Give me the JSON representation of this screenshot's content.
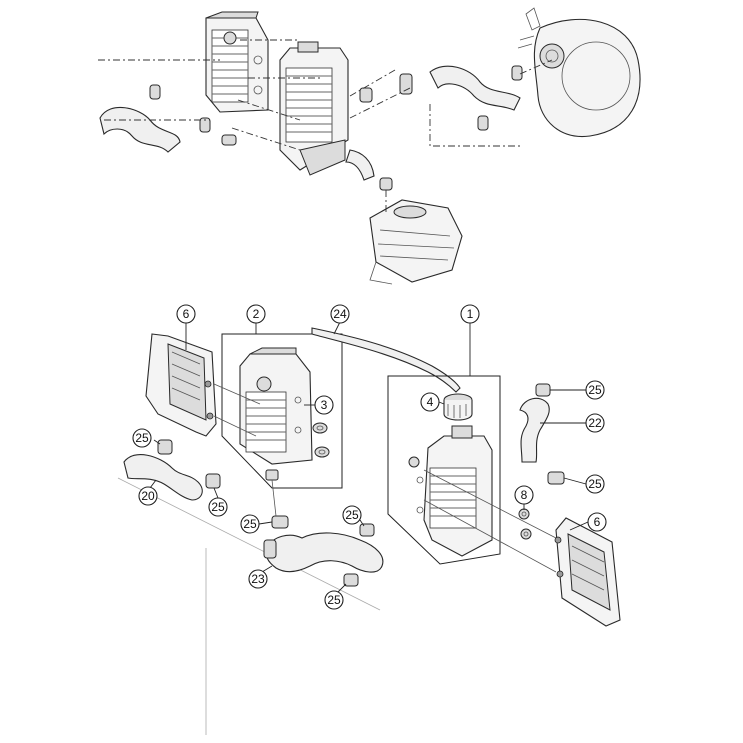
{
  "callouts": [
    {
      "id": "c-6-left",
      "label": "6"
    },
    {
      "id": "c-2",
      "label": "2"
    },
    {
      "id": "c-24",
      "label": "24"
    },
    {
      "id": "c-1",
      "label": "1"
    },
    {
      "id": "c-3",
      "label": "3"
    },
    {
      "id": "c-4",
      "label": "4"
    },
    {
      "id": "c-25-a",
      "label": "25"
    },
    {
      "id": "c-22",
      "label": "22"
    },
    {
      "id": "c-25-b",
      "label": "25"
    },
    {
      "id": "c-25-c",
      "label": "25"
    },
    {
      "id": "c-20",
      "label": "20"
    },
    {
      "id": "c-25-d",
      "label": "25"
    },
    {
      "id": "c-8",
      "label": "8"
    },
    {
      "id": "c-25-e",
      "label": "25"
    },
    {
      "id": "c-25-f",
      "label": "25"
    },
    {
      "id": "c-6-right",
      "label": "6"
    },
    {
      "id": "c-23",
      "label": "23"
    },
    {
      "id": "c-25-g",
      "label": "25"
    }
  ]
}
